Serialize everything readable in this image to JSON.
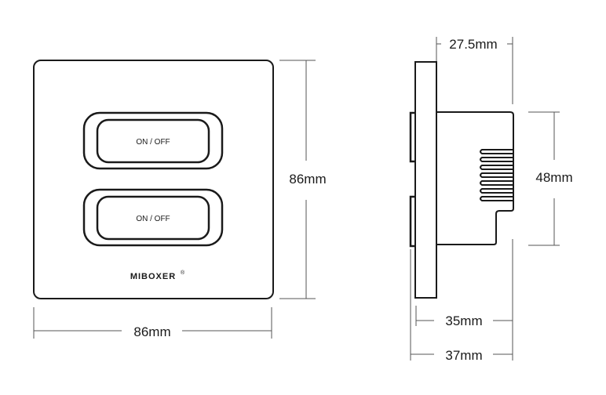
{
  "front_view": {
    "buttons": [
      {
        "label": "ON / OFF"
      },
      {
        "label": "ON / OFF"
      }
    ],
    "brand": "MIBOXER",
    "brand_mark": "®",
    "width_label": "86mm",
    "height_label": "86mm"
  },
  "side_view": {
    "top_depth_label": "27.5mm",
    "body_height_label": "48mm",
    "depth_inner_label": "35mm",
    "depth_total_label": "37mm"
  },
  "colors": {
    "stroke": "#1a1a1a",
    "dim_line": "#555555",
    "background": "#ffffff"
  }
}
